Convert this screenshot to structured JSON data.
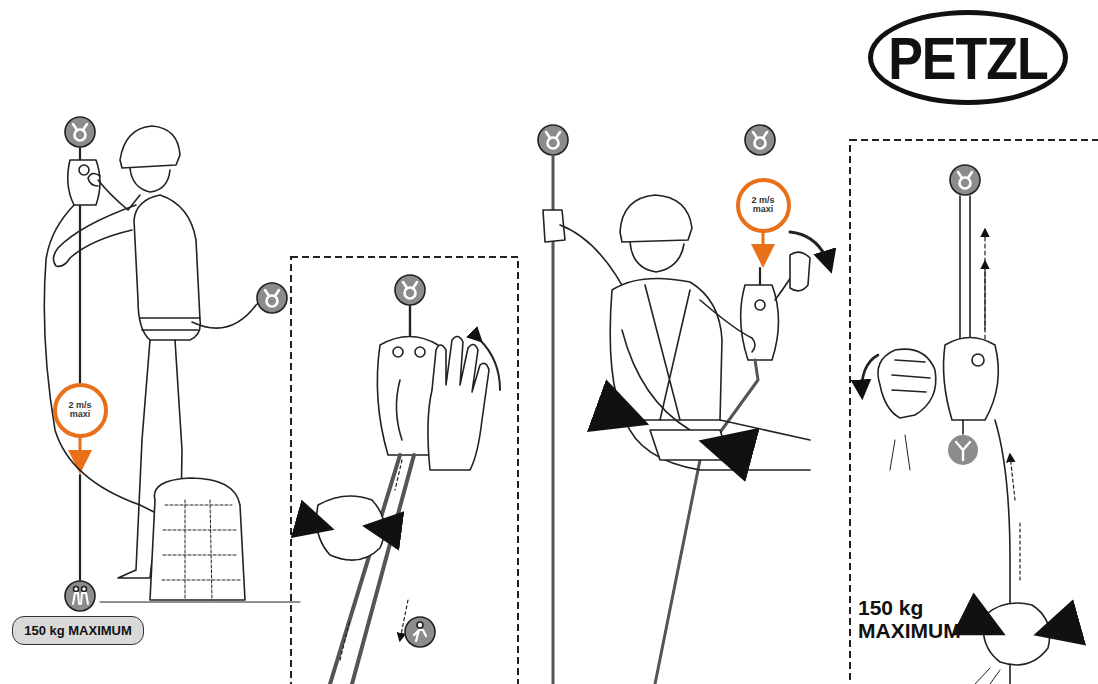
{
  "diagram": {
    "nodes": [
      {
        "text": [
          "PETZL"
        ]
      },
      {
        "text": [
          "2 m/s maxi"
        ]
      },
      {
        "text": [
          "2 m/s maxi"
        ]
      },
      {
        "text": [
          "150 kg MAXIMUM"
        ]
      }
    ],
    "labels": [
      "150 kg MAXIMUM"
    ]
  }
}
